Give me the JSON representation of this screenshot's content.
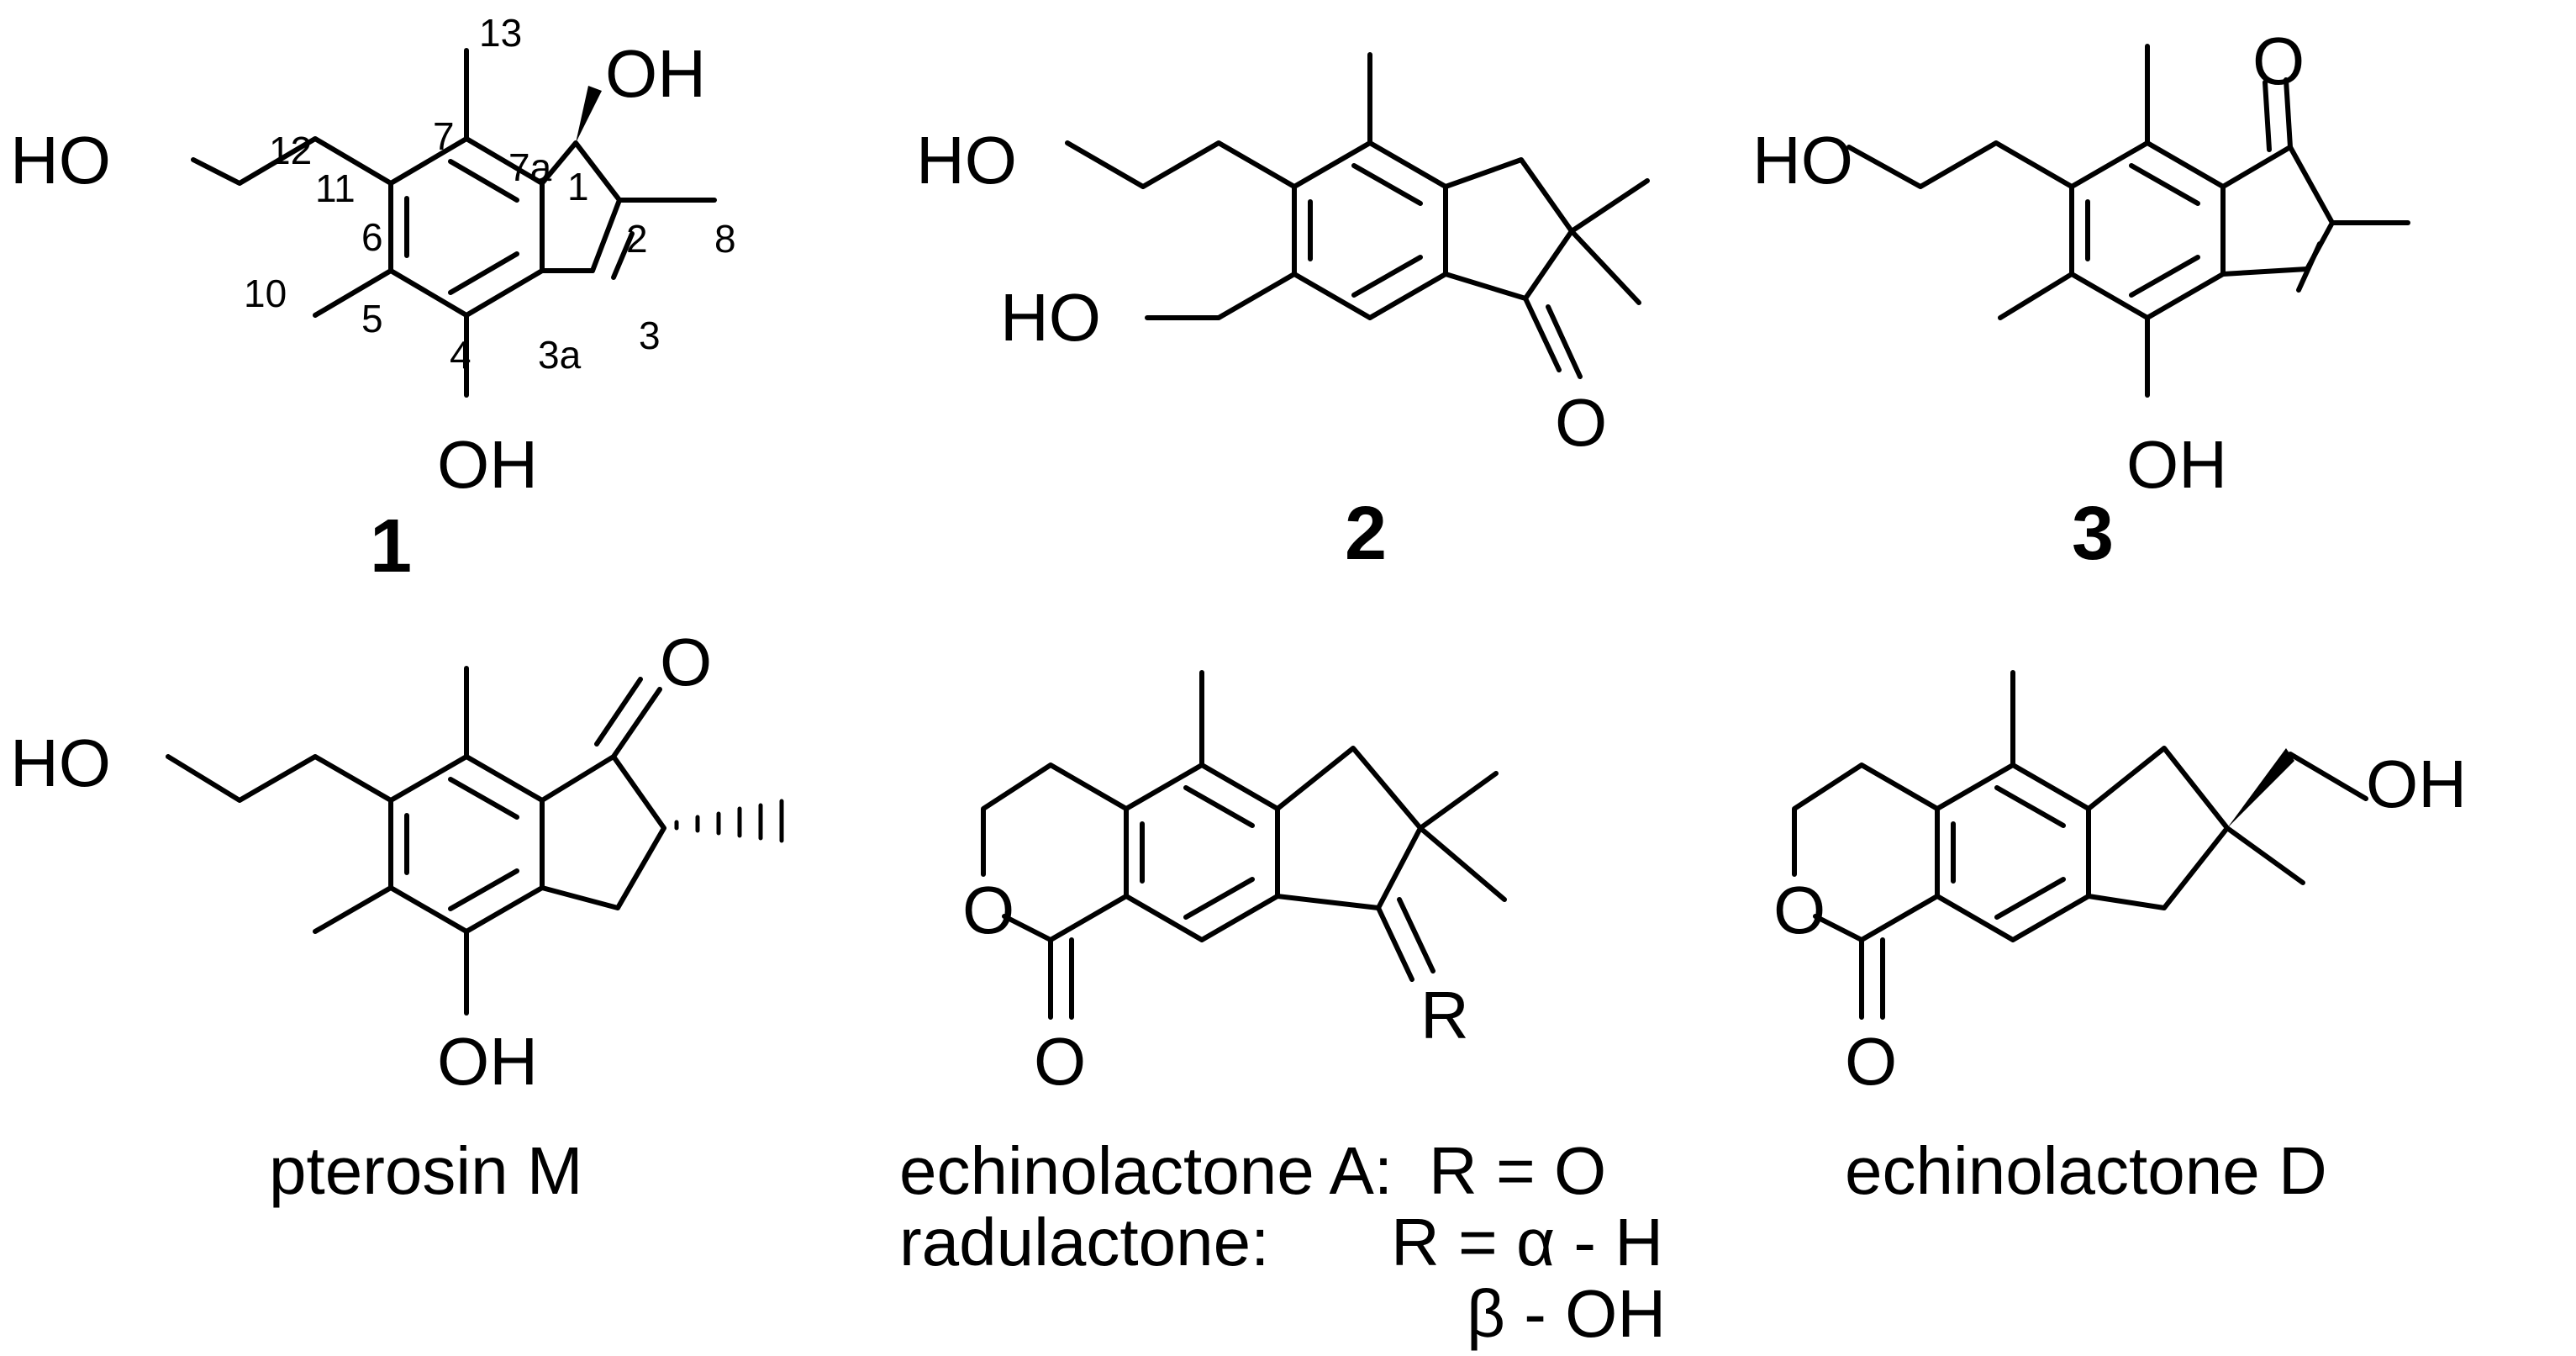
{
  "atoms": {
    "OH": "OH",
    "HO": "HO",
    "O": "O",
    "R": "R"
  },
  "numbering": [
    "13",
    "7",
    "7a",
    "1",
    "2",
    "8",
    "12",
    "11",
    "6",
    "10",
    "5",
    "4",
    "3a",
    "3"
  ],
  "compounds": {
    "c1": {
      "id": "1"
    },
    "c2": {
      "id": "2"
    },
    "c3": {
      "id": "3"
    },
    "pterosin": {
      "name": "pterosin M"
    },
    "echA": {
      "name": "echinolactone A:",
      "r_def": "R = O"
    },
    "radu": {
      "name": "radulactone:",
      "r_def": "R = α - H",
      "r_def2": "β - OH"
    },
    "echD": {
      "name": "echinolactone D"
    }
  }
}
